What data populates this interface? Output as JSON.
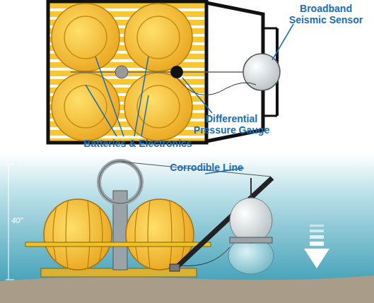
{
  "diagram": {
    "labels": [
      "Broadband Seismic Sensor",
      "Differential Pressure Gauge",
      "Batteries & Electronics",
      "Corrodible Line",
      "40\""
    ]
  }
}
